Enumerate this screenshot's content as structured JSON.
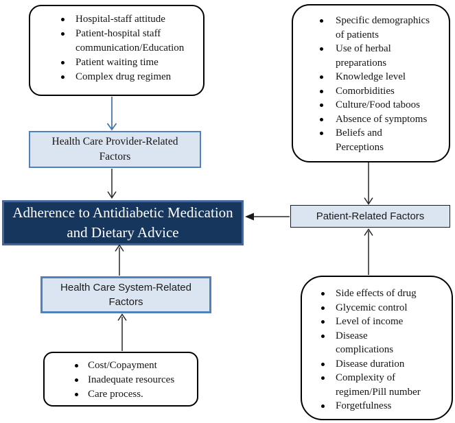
{
  "colors": {
    "navy_fill": "#17365d",
    "navy_border": "#44679b",
    "light_blue_fill": "#dbe5f1",
    "blue_border": "#4f81bd",
    "arrow_blue": "#4577ac",
    "arrow_black": "#262626",
    "box_border_black": "#000000"
  },
  "center_box": {
    "label": "Adherence to Antidiabetic Medication and Dietary Advice"
  },
  "factor_boxes": {
    "provider": {
      "label": "Health Care Provider-Related\nFactors"
    },
    "patient": {
      "label": "Patient-Related Factors"
    },
    "system": {
      "label": "Health Care System-Related\nFactors"
    }
  },
  "causes": {
    "provider": {
      "items": [
        "Hospital-staff attitude",
        "Patient-hospital staff\ncommunication/Education",
        "Patient waiting time",
        "Complex drug regimen"
      ]
    },
    "patient_top": {
      "items": [
        "Specific demographics\nof patients",
        "Use of herbal\npreparations",
        "Knowledge level",
        "Comorbidities",
        "Culture/Food taboos",
        "Absence of symptoms",
        "Beliefs and\nPerceptions"
      ]
    },
    "system": {
      "items": [
        "Cost/Copayment",
        "Inadequate resources",
        "Care process."
      ]
    },
    "patient_bottom": {
      "items": [
        "Side effects of drug",
        "Glycemic control",
        "Level of income",
        "Disease\ncomplications",
        "Disease duration",
        "Complexity of\nregimen/Pill number",
        "Forgetfulness"
      ]
    }
  }
}
